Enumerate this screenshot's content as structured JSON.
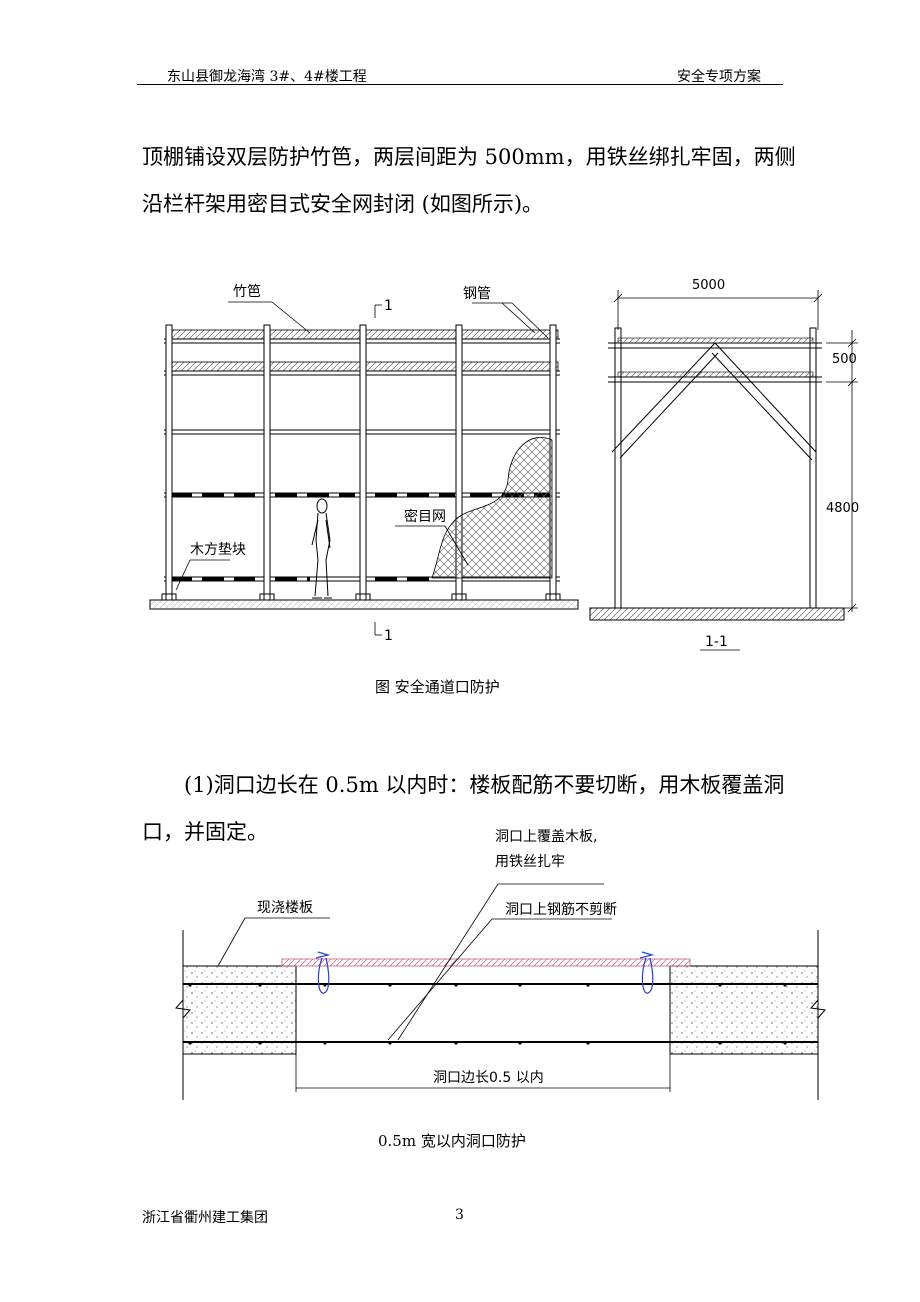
{
  "header": {
    "left": "东山县御龙海湾 3#、4#楼工程",
    "right": "安全专项方案"
  },
  "paragraphs": {
    "p1_line1": "顶棚铺设双层防护竹笆，两层间距为 500mm，用铁丝绑扎牢固，两侧",
    "p1_line2": "沿栏杆架用密目式安全网封闭 (如图所示)。",
    "p2_line1": "(1)洞口边长在 0.5m 以内时：楼板配筋不要切断，用木板覆盖洞",
    "p2_line2": "口，并固定。"
  },
  "figure1": {
    "label_bamboo": "竹笆",
    "label_steel": "钢管",
    "label_section_top": "1",
    "label_section_bottom": "1",
    "label_net": "密目网",
    "label_wood": "木方垫块",
    "dim_width": "5000",
    "dim_upper": "500",
    "dim_lower": "4800",
    "section_label": "1-1",
    "caption": "图    安全通道口防护"
  },
  "figure2": {
    "label_cover_line1": "洞口上覆盖木板,",
    "label_cover_line2": "用铁丝扎牢",
    "label_slab": "现浇楼板",
    "label_rebar": "洞口上钢筋不剪断",
    "label_span": "洞口边长0.5  以内",
    "caption": "0.5m 宽以内洞口防护"
  },
  "footer": {
    "company": "浙江省衢州建工集团",
    "page_number": "3"
  }
}
